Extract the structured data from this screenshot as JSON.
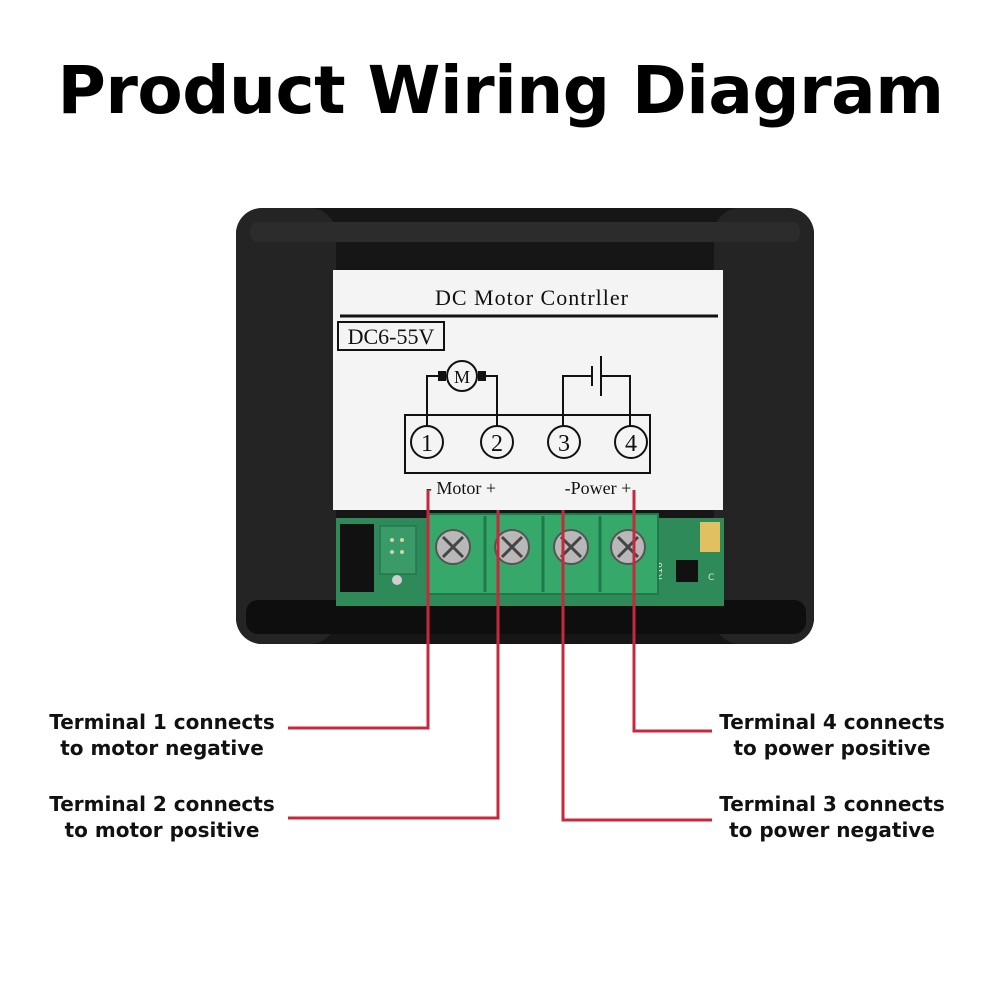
{
  "title": "Product Wiring Diagram",
  "label": {
    "header": "DC Motor Contrller",
    "voltage": "DC6-55V",
    "motor_symbol": "M",
    "terminals": [
      "1",
      "2",
      "3",
      "4"
    ],
    "motor_group": "- Motor +",
    "power_group": "-Power +"
  },
  "board_marks": {
    "r16": "R16",
    "c": "C"
  },
  "callouts": {
    "t1": {
      "line1": "Terminal 1 connects",
      "line2": "to motor negative"
    },
    "t2": {
      "line1": "Terminal 2 connects",
      "line2": "to motor positive"
    },
    "t4": {
      "line1": "Terminal 4 connects",
      "line2": "to power positive"
    },
    "t3": {
      "line1": "Terminal 3 connects",
      "line2": "to power negative"
    }
  },
  "colors": {
    "wire": "#c8283c",
    "housing": "#1c1c1c",
    "pcb": "#2f8a5a",
    "terminal_block": "#35a86a"
  }
}
